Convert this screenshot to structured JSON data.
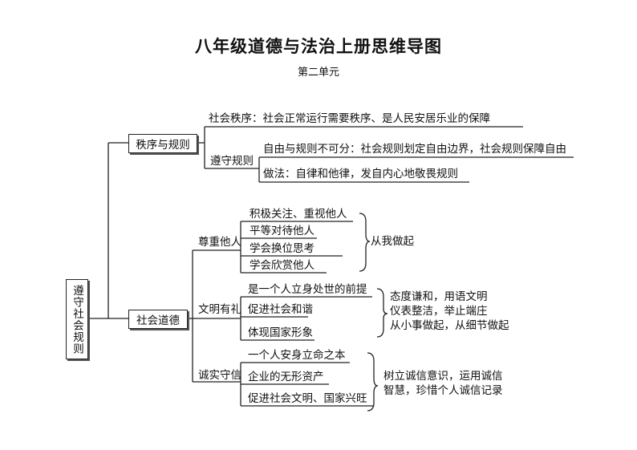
{
  "title": "八年级道德与法治上册思维导图",
  "subtitle": "第二单元",
  "root": "遵守社会规则",
  "sections": {
    "order": {
      "label": "秩序与规则",
      "social_order": "社会秩序：社会正常运行需要秩序、是人民安居乐业的保障",
      "obey_rules": {
        "label": "遵守规则",
        "freedom": "自由与规则不可分：社会规则划定自由边界，社会规则保障自由",
        "method": "做法：自律和他律，发自内心地敬畏规则"
      }
    },
    "morality": {
      "label": "社会道德",
      "respect": {
        "label": "尊重他人",
        "items": [
          "积极关注、重视他人",
          "平等对待他人",
          "学会换位思考",
          "学会欣赏他人"
        ],
        "note": "从我做起"
      },
      "civility": {
        "label": "文明有礼",
        "items": [
          "是一个人立身处世的前提",
          "促进社会和谐",
          "体现国家形象"
        ],
        "notes": [
          "态度谦和，用语文明",
          "仪表整洁，举止端庄",
          "从小事做起，从细节做起"
        ]
      },
      "honesty": {
        "label": "诚实守信",
        "items": [
          "一个人安身立命之本",
          "企业的无形资产",
          "促进社会文明、国家兴旺"
        ],
        "notes": [
          "树立诚信意识，运用诚信",
          "智慧，珍惜个人诚信记录"
        ]
      }
    }
  }
}
